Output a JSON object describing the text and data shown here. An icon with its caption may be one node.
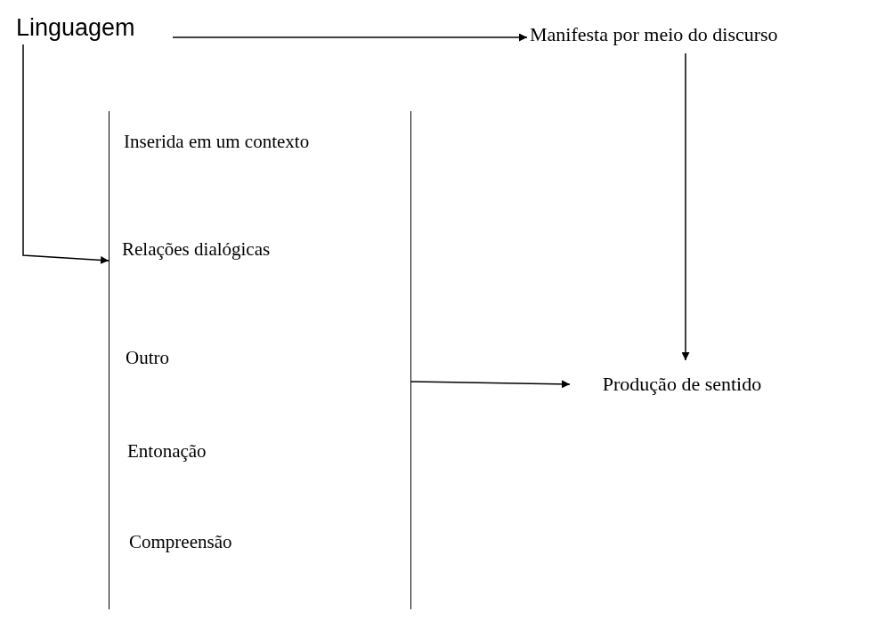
{
  "diagram": {
    "nodes": [
      {
        "text": [
          "Linguagem"
        ]
      },
      {
        "text": [
          "Manifesta por meio do discurso"
        ]
      },
      {
        "text": [
          "Inserida em um contexto",
          "Relações dialógicas",
          "Outro",
          "Entonação",
          "Compreensão"
        ]
      },
      {
        "text": [
          "Produção de sentido"
        ]
      }
    ],
    "edges": [
      {
        "from": 0,
        "to": 1,
        "arrow": "to"
      },
      {
        "from": 0,
        "to": 2,
        "arrow": "to"
      },
      {
        "from": 1,
        "to": 3,
        "arrow": "to"
      },
      {
        "from": 2,
        "to": 3,
        "arrow": "to"
      }
    ]
  }
}
